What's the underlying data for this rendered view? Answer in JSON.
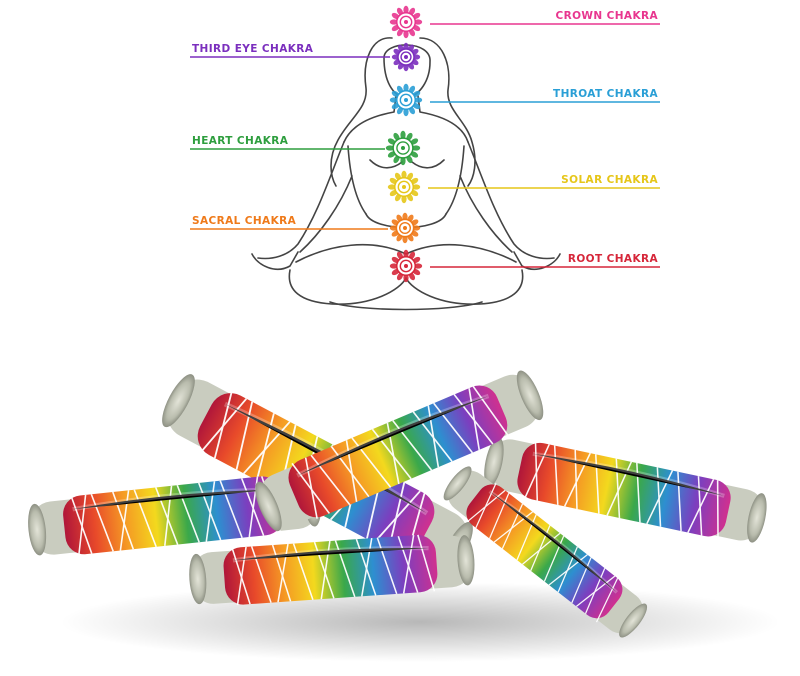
{
  "chakras": [
    {
      "key": "crown",
      "label": "CROWN CHAKRA",
      "side": "right",
      "color": "#e8368f"
    },
    {
      "key": "third_eye",
      "label": "THIRD EYE CHAKRA",
      "side": "left",
      "color": "#7b2fbe"
    },
    {
      "key": "throat",
      "label": "THROAT CHAKRA",
      "side": "right",
      "color": "#2a9fd6"
    },
    {
      "key": "heart",
      "label": "HEART CHAKRA",
      "side": "left",
      "color": "#2e9e3e"
    },
    {
      "key": "solar",
      "label": "SOLAR CHAKRA",
      "side": "right",
      "color": "#e6c619"
    },
    {
      "key": "sacral",
      "label": "SACRAL CHAKRA",
      "side": "left",
      "color": "#ef7a1a"
    },
    {
      "key": "root",
      "label": "ROOT CHAKRA",
      "side": "right",
      "color": "#d6273a"
    }
  ],
  "figure": {
    "icon": "meditating-woman-outline",
    "line_color": "#444444"
  },
  "bundles": {
    "icon": "chakra-sage-smudge-sticks",
    "sage_color": "#cfd2c6",
    "string_color": "#ffffff"
  }
}
